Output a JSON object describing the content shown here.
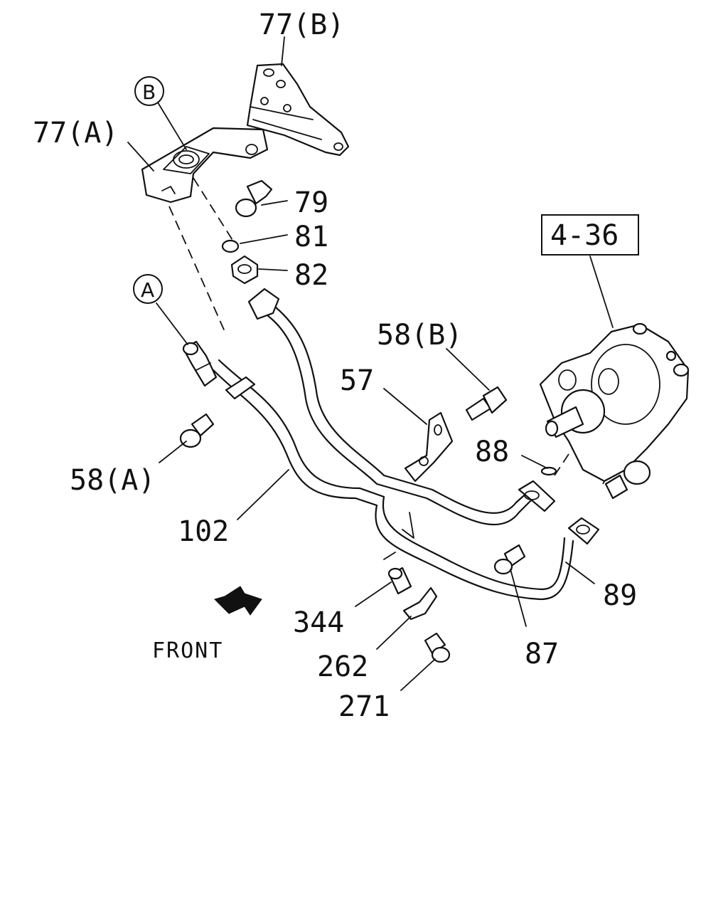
{
  "labels": {
    "p77b": "77(B)",
    "p77a": "77(A)",
    "p79": "79",
    "p81": "81",
    "p82": "82",
    "ref436": "4-36",
    "p58b": "58(B)",
    "p57": "57",
    "p88": "88",
    "p58a": "58(A)",
    "p102": "102",
    "p89": "89",
    "p344": "344",
    "p262": "262",
    "p87": "87",
    "p271": "271",
    "front": "FRONT"
  },
  "callouts": {
    "A": "A",
    "B": "B"
  }
}
